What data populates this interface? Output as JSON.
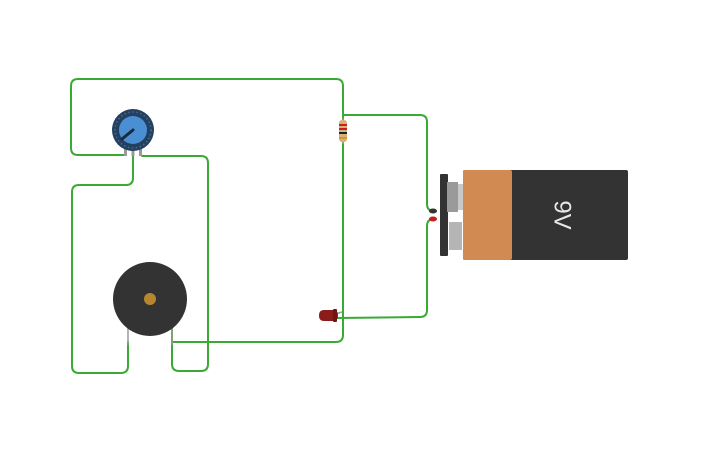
{
  "battery": {
    "voltage_label": "9V"
  },
  "colors": {
    "wire": "#3aaa35",
    "battery_body": "#333333",
    "battery_cap": "#d18b52",
    "pot_knob": "#4a8fd4",
    "pot_ring": "#24405e",
    "buzzer_body": "#333333",
    "buzzer_center": "#b8862e",
    "led": "#8a1c1c"
  },
  "components": [
    {
      "name": "potentiometer",
      "icon": "potentiometer-icon"
    },
    {
      "name": "resistor",
      "icon": "resistor-icon"
    },
    {
      "name": "piezo-buzzer",
      "icon": "buzzer-icon"
    },
    {
      "name": "led",
      "icon": "led-icon"
    },
    {
      "name": "battery-9v",
      "icon": "battery-icon"
    }
  ]
}
